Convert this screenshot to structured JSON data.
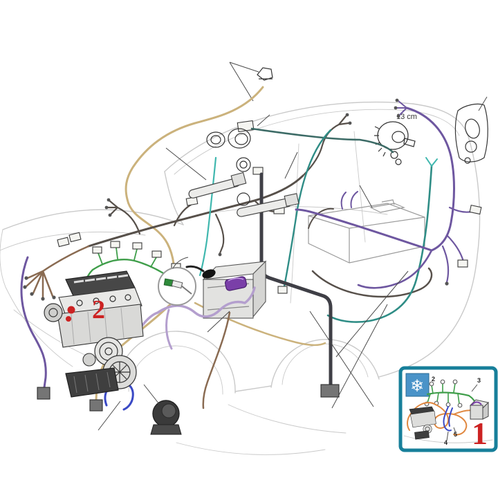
{
  "figure": {
    "type": "car-wiring-harness-diagram",
    "labels": {
      "measurement": "13 cm",
      "engine_callout": "2"
    },
    "inset": {
      "icon": "snowflake-icon",
      "snowflake_glyph": "❄",
      "callout": "1",
      "part_numbers": [
        "2",
        "3",
        "4",
        "5"
      ]
    },
    "palette": {
      "background": "#ffffff",
      "car_outline": "#c9c9c9",
      "harness_dark": "#57504a",
      "harness_brown": "#8a6b52",
      "harness_tan": "#cbb27c",
      "harness_teal": "#2f8d86",
      "harness_teal_bright": "#3fb7ae",
      "harness_purple": "#6e57a0",
      "harness_lavender": "#b49fce",
      "harness_green": "#3f9e4a",
      "harness_blue": "#3a49c5",
      "harness_orange": "#e08840",
      "battery_cable": "#3f3f46",
      "callout_red": "#cc2222",
      "inset_border": "#177f9a",
      "snowflake_bg": "#4a93c8"
    }
  }
}
